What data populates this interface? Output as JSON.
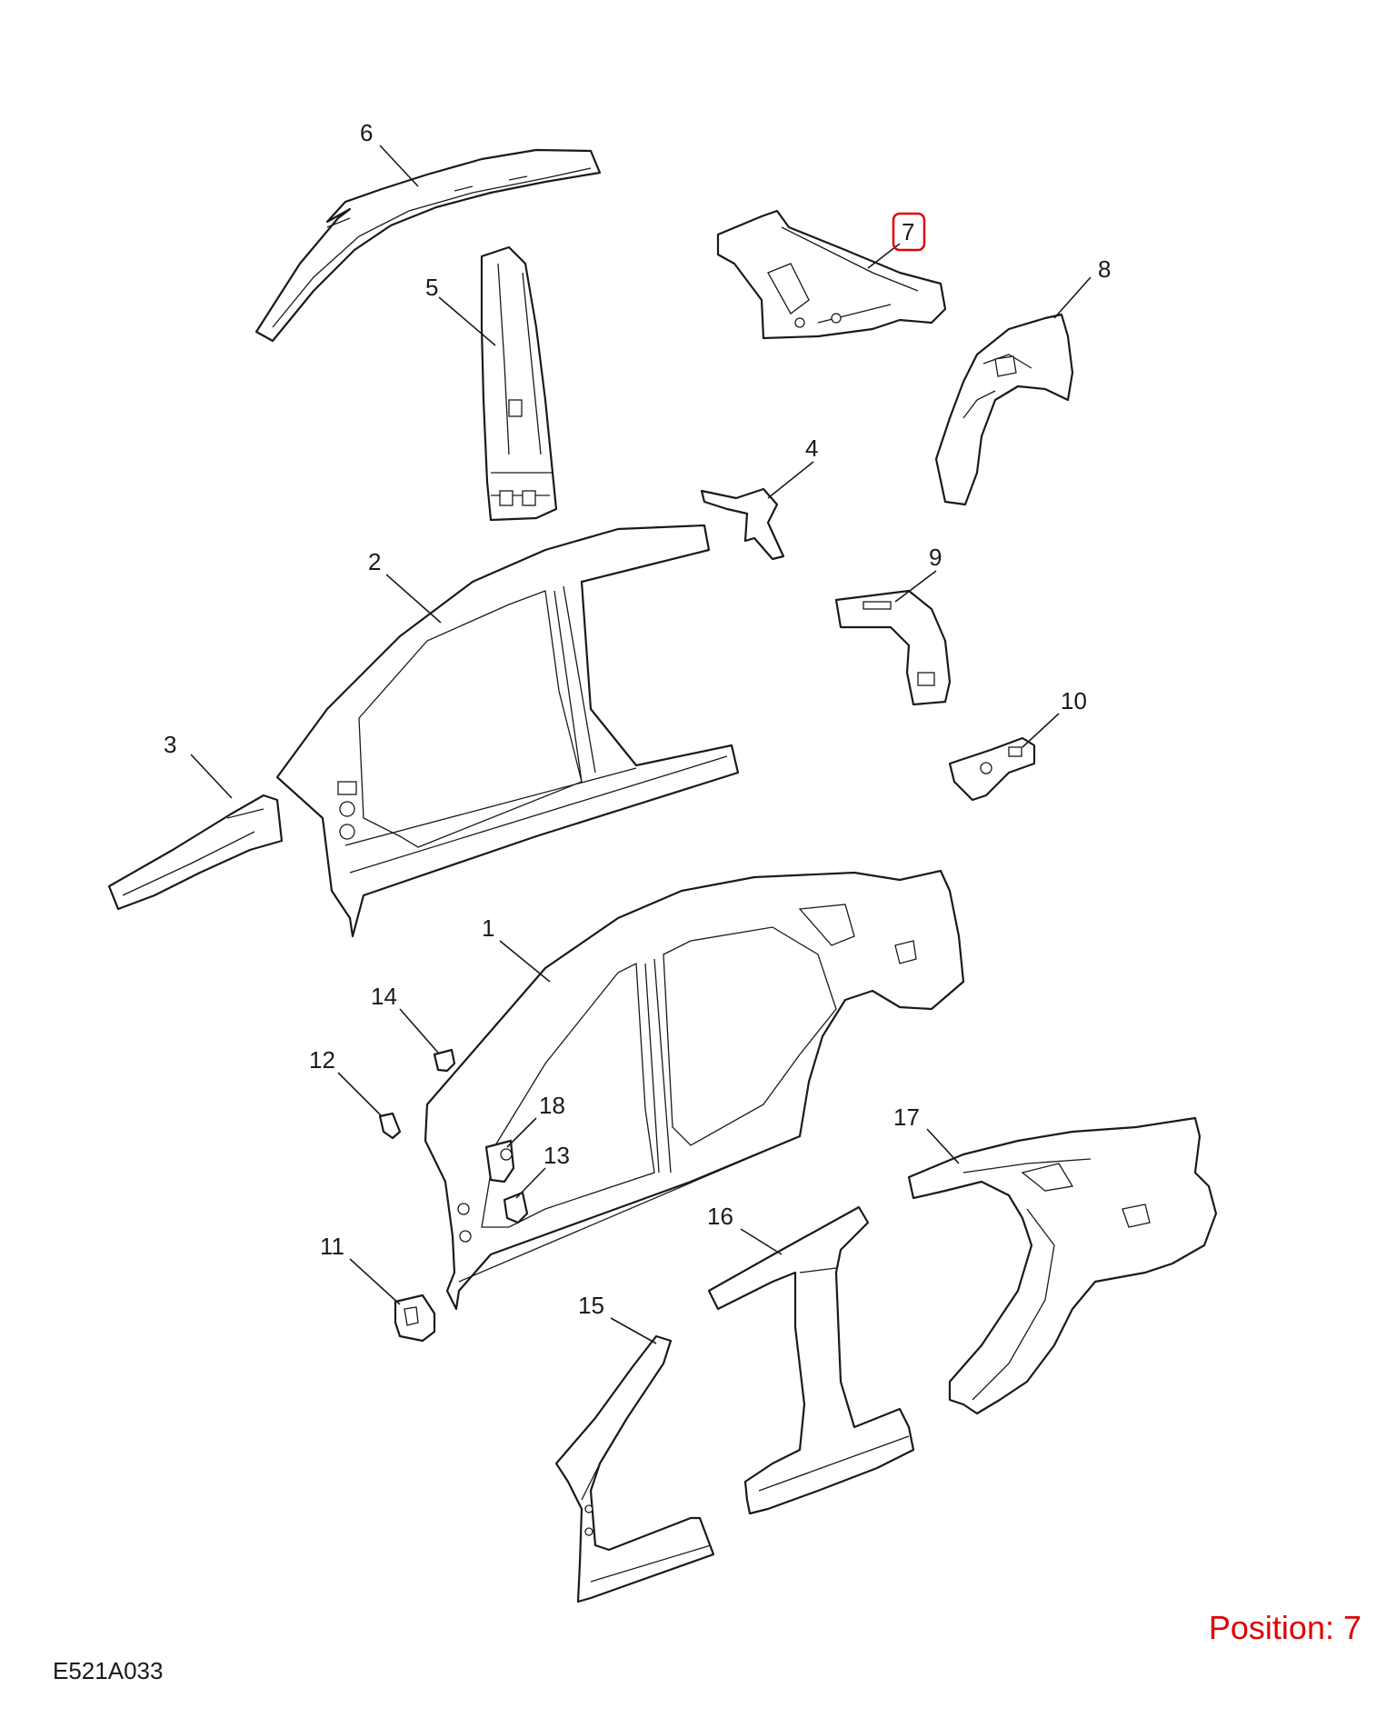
{
  "diagram_code": "E521A033",
  "position_label": "Position: 7",
  "highlight_color": "#e00000",
  "parts": [
    {
      "id": "1",
      "label": "1"
    },
    {
      "id": "2",
      "label": "2"
    },
    {
      "id": "3",
      "label": "3"
    },
    {
      "id": "4",
      "label": "4"
    },
    {
      "id": "5",
      "label": "5"
    },
    {
      "id": "6",
      "label": "6"
    },
    {
      "id": "7",
      "label": "7",
      "highlighted": true
    },
    {
      "id": "8",
      "label": "8"
    },
    {
      "id": "9",
      "label": "9"
    },
    {
      "id": "10",
      "label": "10"
    },
    {
      "id": "11",
      "label": "11"
    },
    {
      "id": "12",
      "label": "12"
    },
    {
      "id": "13",
      "label": "13"
    },
    {
      "id": "14",
      "label": "14"
    },
    {
      "id": "15",
      "label": "15"
    },
    {
      "id": "16",
      "label": "16"
    },
    {
      "id": "17",
      "label": "17"
    },
    {
      "id": "18",
      "label": "18"
    }
  ]
}
